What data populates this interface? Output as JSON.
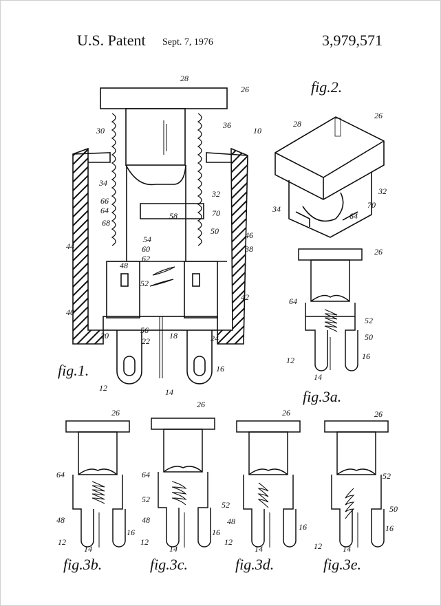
{
  "header": {
    "title": "U.S. Patent",
    "date": "Sept. 7, 1976",
    "patent_number": "3,979,571"
  },
  "figures": {
    "fig1": "fig.1.",
    "fig2": "fig.2.",
    "fig3a": "fig.3a.",
    "fig3b": "fig.3b.",
    "fig3c": "fig.3c.",
    "fig3d": "fig.3d.",
    "fig3e": "fig.3e."
  },
  "labels": {
    "fig1": [
      "28",
      "26",
      "36",
      "10",
      "30",
      "34",
      "32",
      "66",
      "64",
      "70",
      "68",
      "58",
      "50",
      "54",
      "60",
      "46",
      "38",
      "44",
      "62",
      "48",
      "52",
      "42",
      "40",
      "56",
      "20",
      "18",
      "24",
      "22",
      "12",
      "14",
      "16"
    ],
    "fig2": [
      "26",
      "28",
      "32",
      "34",
      "70",
      "64"
    ],
    "fig3a": [
      "26",
      "64",
      "52",
      "50",
      "12",
      "16",
      "14"
    ],
    "fig3b": [
      "26",
      "64",
      "48",
      "12",
      "14",
      "16"
    ],
    "fig3c": [
      "26",
      "64",
      "52",
      "48",
      "12",
      "14",
      "16"
    ],
    "fig3d": [
      "26",
      "52",
      "48",
      "12",
      "14",
      "16"
    ],
    "fig3e": [
      "26",
      "52",
      "50",
      "12",
      "14",
      "16"
    ]
  }
}
